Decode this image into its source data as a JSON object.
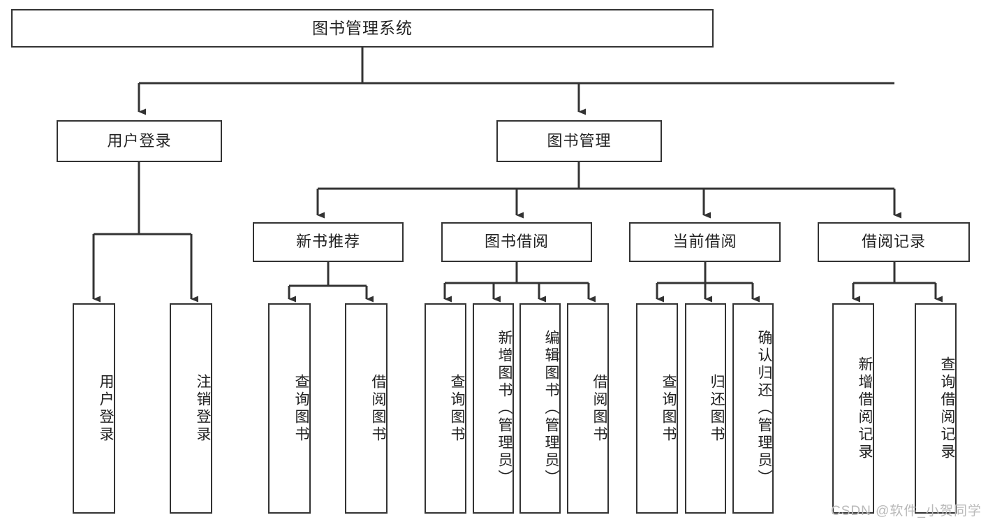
{
  "diagram": {
    "type": "tree",
    "title": "图书管理系统",
    "levels": [
      {
        "level": 1,
        "nodes": [
          {
            "id": "root",
            "label": "图书管理系统",
            "orientation": "horizontal"
          }
        ]
      },
      {
        "level": 2,
        "nodes": [
          {
            "id": "user-login",
            "label": "用户登录",
            "orientation": "horizontal",
            "parent": "root"
          },
          {
            "id": "book-manage",
            "label": "图书管理",
            "orientation": "horizontal",
            "parent": "root"
          }
        ]
      },
      {
        "level": 3,
        "nodes": [
          {
            "id": "new-book-recommend",
            "label": "新书推荐",
            "orientation": "horizontal",
            "parent": "book-manage"
          },
          {
            "id": "book-borrow",
            "label": "图书借阅",
            "orientation": "horizontal",
            "parent": "book-manage"
          },
          {
            "id": "current-borrow",
            "label": "当前借阅",
            "orientation": "horizontal",
            "parent": "book-manage"
          },
          {
            "id": "borrow-record",
            "label": "借阅记录",
            "orientation": "horizontal",
            "parent": "book-manage"
          }
        ]
      },
      {
        "level": 4,
        "nodes": [
          {
            "id": "leaf-user-login",
            "label": "用户登录",
            "orientation": "vertical",
            "parent": "user-login"
          },
          {
            "id": "leaf-logout",
            "label": "注销登录",
            "orientation": "vertical",
            "parent": "user-login"
          },
          {
            "id": "leaf-query-book-1",
            "label": "查询图书",
            "orientation": "vertical",
            "parent": "new-book-recommend"
          },
          {
            "id": "leaf-borrow-book-1",
            "label": "借阅图书",
            "orientation": "vertical",
            "parent": "new-book-recommend"
          },
          {
            "id": "leaf-query-book-2",
            "label": "查询图书",
            "orientation": "vertical",
            "parent": "book-borrow"
          },
          {
            "id": "leaf-add-book",
            "label": "新增图书（管理员）",
            "orientation": "vertical",
            "parent": "book-borrow"
          },
          {
            "id": "leaf-edit-book",
            "label": "编辑图书（管理员）",
            "orientation": "vertical",
            "parent": "book-borrow"
          },
          {
            "id": "leaf-borrow-book-2",
            "label": "借阅图书",
            "orientation": "vertical",
            "parent": "book-borrow"
          },
          {
            "id": "leaf-query-book-3",
            "label": "查询图书",
            "orientation": "vertical",
            "parent": "current-borrow"
          },
          {
            "id": "leaf-return-book",
            "label": "归还图书",
            "orientation": "vertical",
            "parent": "current-borrow"
          },
          {
            "id": "leaf-confirm-return",
            "label": "确认归还（管理员）",
            "orientation": "vertical",
            "parent": "current-borrow"
          },
          {
            "id": "leaf-add-record",
            "label": "新增借阅记录",
            "orientation": "vertical",
            "parent": "borrow-record"
          },
          {
            "id": "leaf-query-record",
            "label": "查询借阅记录",
            "orientation": "vertical",
            "parent": "borrow-record"
          }
        ]
      }
    ]
  },
  "watermark": {
    "text": "CSDN @软件_小贺同学"
  },
  "colors": {
    "stroke": "#333333",
    "background": "#ffffff",
    "text": "#222222",
    "watermark": "#b9b9b9"
  }
}
